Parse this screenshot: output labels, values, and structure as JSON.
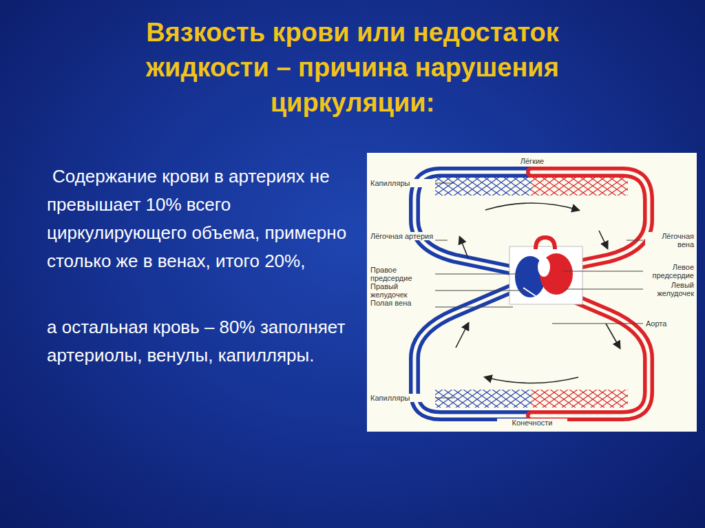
{
  "diagram": {
    "title": "Вязкость крови или недостаток жидкости – причина нарушения циркуляции:",
    "labels": [
      "Содержание крови в артериях не превышает 10% всего циркулирующего объема, примерно столько же в венах, итого 20%,",
      "а остальная кровь – 80% заполняет артериолы, венулы, капилляры.",
      "Лёгкие",
      "Капилляры",
      "Лёгочная артерия",
      "Правое предсердие",
      "Правый желудочек",
      "Полая вена",
      "Лёгочная вена",
      "Левое предсердие",
      "Левый желудочек",
      "Аорта",
      "Капилляры",
      "Конечности"
    ]
  }
}
